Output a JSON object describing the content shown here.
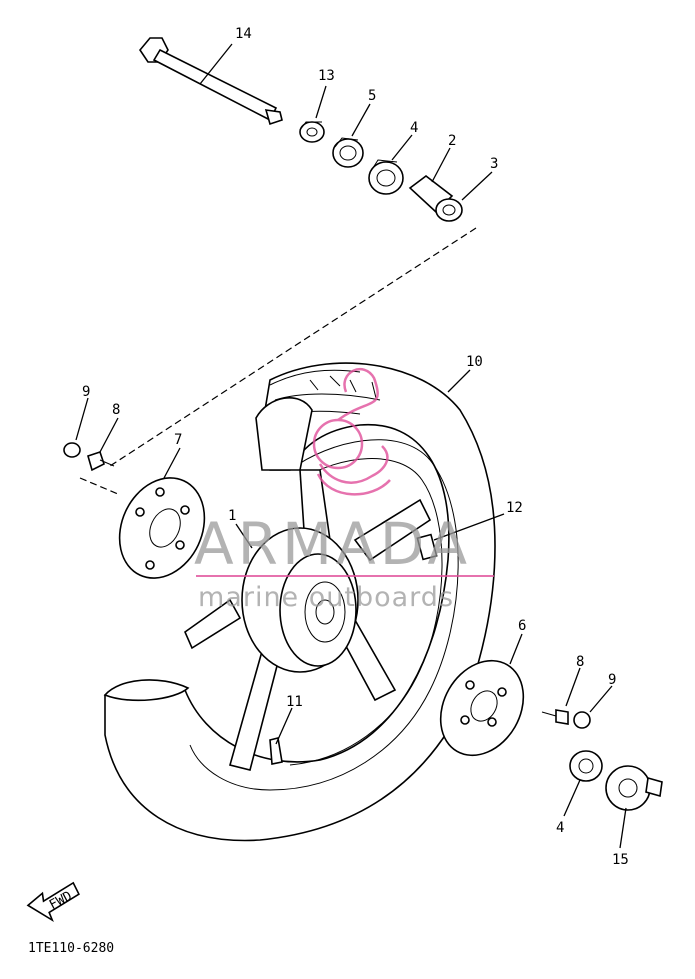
{
  "diagram_code": "1TE110-6280",
  "fwd_label": "FWD",
  "watermark": {
    "brand": "ARMADA",
    "subtitle": "marine outboards",
    "colors": {
      "pink": "#e04f9a",
      "gray": "#9a9a9a"
    }
  },
  "callouts": [
    {
      "id": "callout-1",
      "number": "1"
    },
    {
      "id": "callout-2",
      "number": "2"
    },
    {
      "id": "callout-3",
      "number": "3"
    },
    {
      "id": "callout-4-top",
      "number": "4"
    },
    {
      "id": "callout-4-bottom",
      "number": "4"
    },
    {
      "id": "callout-5",
      "number": "5"
    },
    {
      "id": "callout-6",
      "number": "6"
    },
    {
      "id": "callout-7",
      "number": "7"
    },
    {
      "id": "callout-8-left",
      "number": "8"
    },
    {
      "id": "callout-8-right",
      "number": "8"
    },
    {
      "id": "callout-9-left",
      "number": "9"
    },
    {
      "id": "callout-9-right",
      "number": "9"
    },
    {
      "id": "callout-10",
      "number": "10"
    },
    {
      "id": "callout-11",
      "number": "11"
    },
    {
      "id": "callout-12",
      "number": "12"
    },
    {
      "id": "callout-13",
      "number": "13"
    },
    {
      "id": "callout-14",
      "number": "14"
    },
    {
      "id": "callout-15",
      "number": "15"
    }
  ]
}
